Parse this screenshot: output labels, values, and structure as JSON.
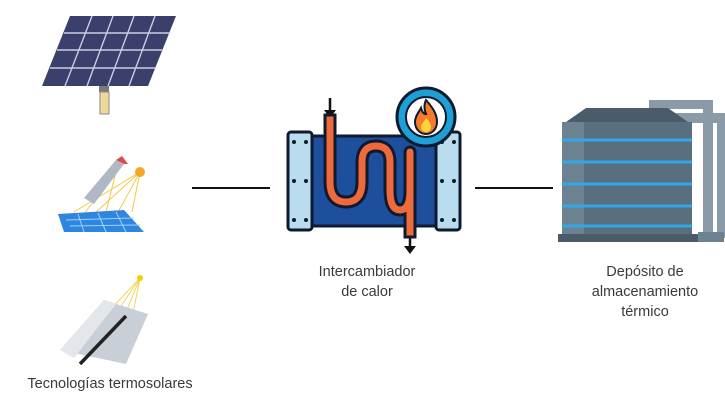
{
  "labels": {
    "solar_technologies": "Tecnologías termosolares",
    "heat_exchanger_line1": "Intercambiador",
    "heat_exchanger_line2": "de calor",
    "storage_line1": "Depósito de",
    "storage_line2": "almacenamiento",
    "storage_line3": "térmico"
  },
  "icons": {
    "pv_panel": "solar-panel-icon",
    "solar_tower": "solar-tower-icon",
    "parabolic_trough": "parabolic-trough-icon",
    "heat_exchanger": "heat-exchanger-icon",
    "flame_badge": "flame-icon",
    "storage_tank": "storage-tank-icon"
  },
  "colors": {
    "exchanger_body": "#1e4f9c",
    "exchanger_side": "#b9dcee",
    "coil": "#ee6a3a",
    "flame_badge": "#1ea0d6",
    "tank_body": "#5a6f7e",
    "tank_bands": "#2fa7e8",
    "connector_line": "#111111"
  }
}
